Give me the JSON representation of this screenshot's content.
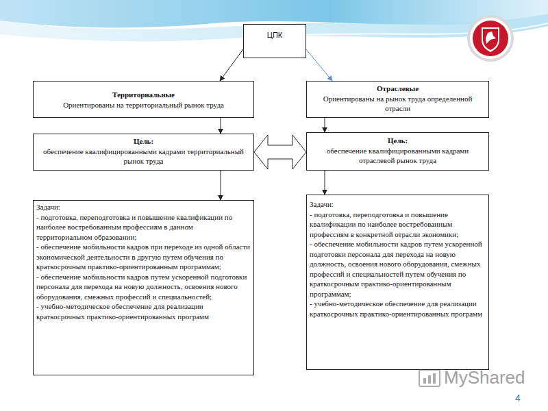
{
  "diagram": {
    "nodes": [
      {
        "text": [
          "ЦПК"
        ]
      },
      {
        "text": [
          "Территориальные",
          "Ориентированы на территориальный рынок труда"
        ]
      },
      {
        "text": [
          "Отраслевые",
          "Ориентированы на рынок труда определенной отрасли"
        ]
      },
      {
        "text": [
          "Цель:",
          "обеспечение квалифицированными кадрами территориальный рынок труда"
        ]
      },
      {
        "text": [
          "Цель:",
          "обеспечение квалифицированными кадрами отраслевой рынок труда"
        ]
      },
      {
        "text": [
          "Задачи:",
          "- подготовка, переподготовка и повышение квалификации по наиболее востребованным профессиям в данном территориальном образовании;",
          "- обеспечение мобильности кадров при переходе из одной области экономической деятельности в другую путем обучения по краткосрочным практико-ориентированным программам;",
          "- обеспечение мобильности кадров путем ускоренной подготовки персонала для перехода на новую должность, освоения нового оборудования, смежных профессий и специальностей;",
          "- учебно-методическое обеспечение для реализации краткосрочных практико-ориентированных программ"
        ]
      },
      {
        "text": [
          "Задачи:",
          "- подготовка, переподготовка и повышение квалификации по наиболее востребованным профессиям в конкретной отрасли экономики;",
          "- обеспечение мобильности кадров путем ускоренной подготовки персонала для перехода на новую должность, освоения нового оборудования, смежных профессий и специальностей путем обучения по краткосрочным практико-ориентированным программам;",
          "- учебно-методическое обеспечение для реализации краткосрочных практико-ориентированных программ"
        ]
      }
    ],
    "edges": [
      {
        "from": 0,
        "to": 1,
        "arrow": "to"
      },
      {
        "from": 0,
        "to": 2,
        "arrow": "to"
      },
      {
        "from": 1,
        "to": 3,
        "arrow": "to"
      },
      {
        "from": 2,
        "to": 4,
        "arrow": "to"
      },
      {
        "from": 3,
        "to": 4,
        "arrow": "both"
      },
      {
        "from": 3,
        "to": 5,
        "arrow": "to"
      },
      {
        "from": 4,
        "to": 6,
        "arrow": "to"
      }
    ],
    "labels": [
      "MyShared",
      "4"
    ]
  }
}
